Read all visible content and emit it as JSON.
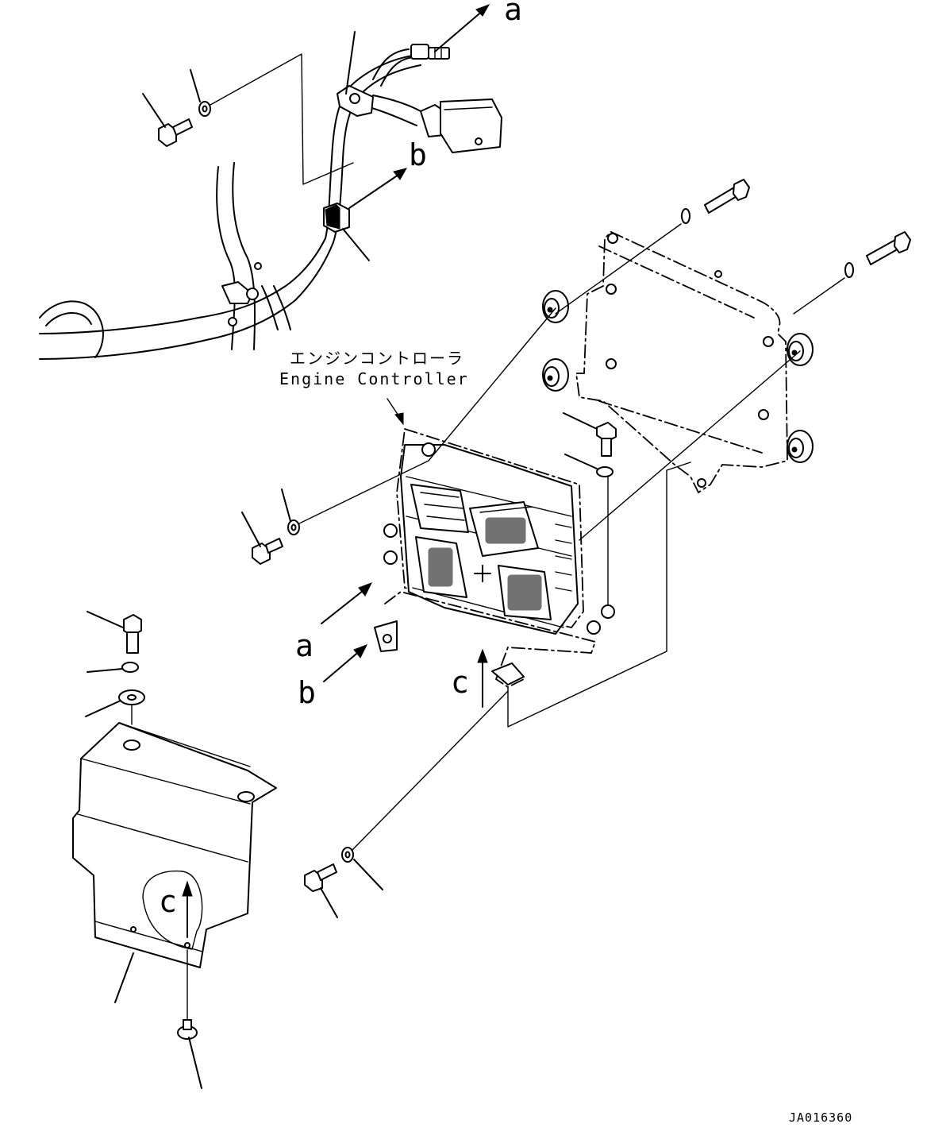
{
  "labels": {
    "engine_controller_jp": "エンジンコントローラ",
    "engine_controller_en": "Engine Controller",
    "ref_a_top": "a",
    "ref_b_top": "b",
    "ref_a_mid": "a",
    "ref_b_mid": "b",
    "ref_c_mid": "c",
    "ref_c_cover": "c",
    "drawing_code": "JA016360"
  },
  "icons": [
    "bolt-icon",
    "washer-icon",
    "clamp-icon",
    "connector-icon",
    "arrow-icon"
  ],
  "colors": {
    "line": "#000000",
    "background": "#ffffff"
  }
}
